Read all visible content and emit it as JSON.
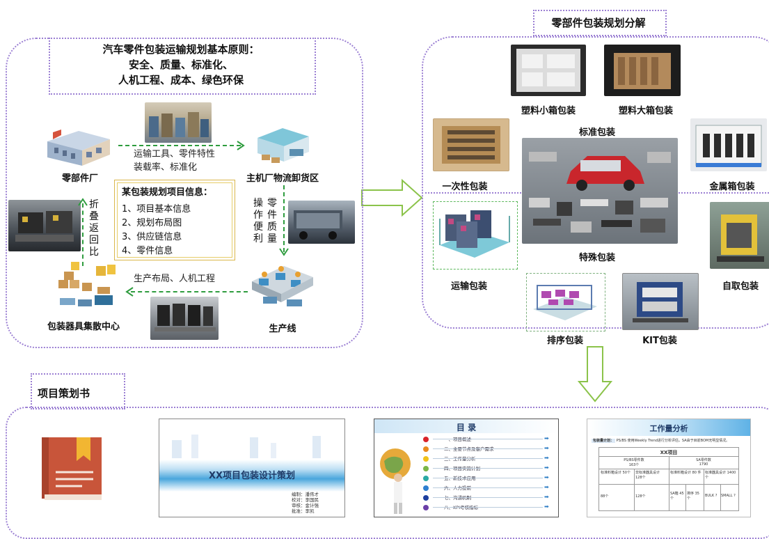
{
  "left_panel": {
    "principles": [
      "汽车零件包装运输规划基本原则：",
      "安全、质量、标准化、",
      "人机工程、成本、绿色环保"
    ],
    "nodes": {
      "supplier": "零部件厂",
      "oem_dock": "主机厂物流卸货区",
      "packaging_center": "包装器具集散中心",
      "production_line": "生产线"
    },
    "edges": {
      "top": [
        "运输工具、零件特性",
        "装载率、标准化"
      ],
      "right": [
        "零件质量",
        "操作便利"
      ],
      "bottom": "生产布局、人机工程",
      "left": "折叠返回比"
    },
    "info_box": {
      "title": "某包装规划项目信息：",
      "items": [
        "1、项目基本信息",
        "2、规划布局图",
        "3、供应链信息",
        "4、零件信息"
      ]
    }
  },
  "right_panel": {
    "title": "零部件包装规划分解",
    "categories": {
      "small_plastic": "塑料小箱包装",
      "large_plastic": "塑料大箱包装",
      "standard": "标准包装",
      "disposable": "一次性包装",
      "metal": "金属箱包装",
      "special": "特殊包装",
      "transport": "运输包装",
      "self_pick": "自取包装",
      "sequence": "排序包装",
      "kit": "KIT包装"
    }
  },
  "bottom_panel": {
    "title": "项目策划书",
    "doc1": {
      "title": "XX项目包装设计策划",
      "meta": [
        "编制：潘伟才",
        "校对：李国民",
        "审核：金计强",
        "批准：李凯"
      ]
    },
    "doc2": {
      "title": "目  录",
      "items": [
        "一、项目概述",
        "二、主要节点及客户需求",
        "三、工作量分析",
        "四、项目实施计划",
        "五、新技术应用",
        "六、人力投前",
        "七、沟通机制",
        "八、KPI考核指标"
      ]
    },
    "doc3": {
      "title": "工作量分析",
      "note_label": "包装量计划：",
      "note": "PS/BS 使用Weekly Trend进行分析评估，SA由于目前BOM无明显情况。",
      "table_title": "XX项目",
      "headers": [
        "PS/BS零件数",
        "SA零件数"
      ],
      "header_values": [
        "163个",
        "1790"
      ],
      "sub_headers": [
        "标准料箱设计 50个",
        "非标准器具设计 128个",
        "标准料箱设计 80 件",
        "标准器具设计 1400个"
      ],
      "row": [
        "88个",
        "128个",
        "SA箱 45个",
        "排序 35个",
        "BULK ?",
        "SMALL ?"
      ]
    }
  }
}
